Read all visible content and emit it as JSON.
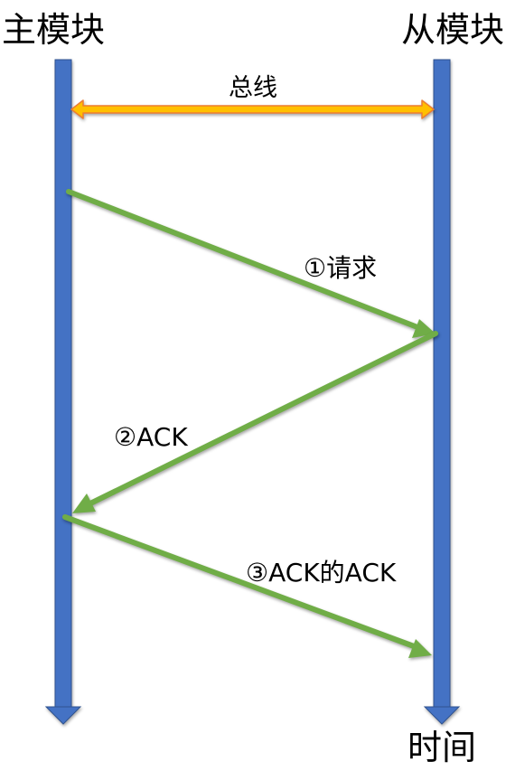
{
  "title_left": "主模块",
  "title_right": "从模块",
  "bus_label": "总线",
  "time_label": "时间",
  "messages": [
    {
      "label": "①请求",
      "from": "主模块",
      "to": "从模块"
    },
    {
      "label": "②ACK",
      "from": "从模块",
      "to": "主模块"
    },
    {
      "label": "③ACK的ACK",
      "from": "主模块",
      "to": "从模块"
    }
  ],
  "colors": {
    "lifeline": "#4472C4",
    "lifeline_stroke": "#2F528F",
    "message": "#70AD47",
    "bus_fill": "#FFC000",
    "bus_stroke": "#ED7D31"
  }
}
